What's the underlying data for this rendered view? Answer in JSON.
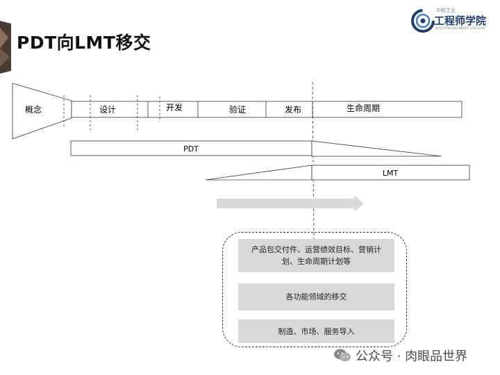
{
  "title": "PDT向LMT移交",
  "logo": {
    "top_line": "中航工业",
    "name": "工程师学院",
    "sub": "AVIATION ENGINEER COLLEGE"
  },
  "diagram": {
    "funnel_label": "概念",
    "phases": [
      "设计",
      "开发",
      "验证",
      "发布",
      "生命周期"
    ],
    "pdt_label": "PDT",
    "lmt_label": "LMT"
  },
  "handover": {
    "items": [
      "产品包交付件、运营绩效目标、营销计划、生命周期计划等",
      "各功能领域的移交",
      "制造、市场、服务导入"
    ]
  },
  "watermark": {
    "text": "公众号 · 肉眼品世界"
  },
  "colors": {
    "arrow": "#d9d9d9",
    "box_fill": "#d9d9d9",
    "logo_blue": "#1e3c6e"
  }
}
